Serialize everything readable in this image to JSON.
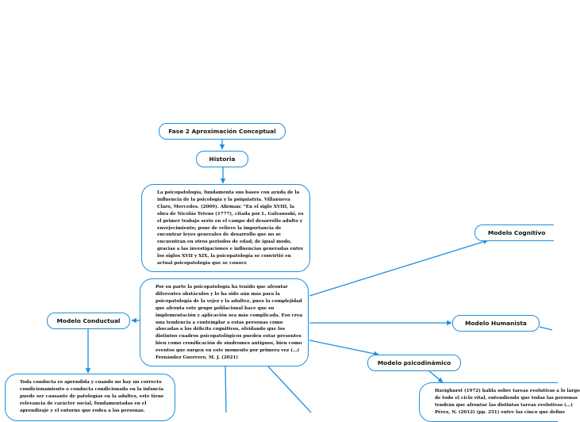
{
  "nodes": {
    "fase": "Fase 2 Aproximación Conceptual",
    "historia": "Historia",
    "cognitivo": "Modelo Cognitivo",
    "conductual": "Modelo Conductual",
    "humanista": "Modelo Humanista",
    "psicodinamico": "Modelo psicodinámico"
  },
  "text_blocks": {
    "historia_text": [
      "La psicopatología, fundamenta sus bases con ayuda de la",
      "influencia de la psicología y la psiquiatría. Villanueva",
      "Claro, Mercedes. (2009). Afirman: “En el siglo XVIII, la",
      "obra de Nicolás Tetens (1777), citada por L. Galvanoski, es",
      "el primer trabajo serio en el campo del desarrollo adulto y",
      "envejecimiento; pone de relieve la importancia de",
      "encontrar leyes generales de desarrollo que no se",
      "encuentran en otros periodos de edad; de igual modo,",
      "gracias a las investigaciones e influencias generadas entre",
      "los siglos XVII y XIX, la psicopatología se convirtió en",
      "actual psicopatología que se conoce"
    ],
    "main_text": [
      "Por su parte la psicopatología ha tenido que afrontar",
      "diferentes obstáculos y lo ha sido aún más para la",
      "psicopatología de la vejez y la adultez, pues la complejidad",
      "que afronta este grupo poblacional hace que su",
      "implementación y aplicación sea más complicada. Eso crea",
      "una tendencia a contemplar a estas personas como",
      "abocadas a los déficits cognitivos, olvidando que los",
      "distintos cuadros psicopatológicos pueden estar presentes",
      "bien como cronificación de síndromes antiguos, bien como",
      "eventos que surgen en este momento por primera vez (…)",
      "Fernández Guerrero, M. J. (2021)"
    ],
    "conductual_text": [
      "Toda conducta es aprendida y cuando no hay un correcto",
      "condicionamiento o conducta condicionada en la infancia",
      "puede ser causante de patologías en la adultez, este tiene",
      "relevancia de carácter social, fundamentadas en el",
      "aprendizaje y el entorno que rodea a las personas."
    ],
    "psicodinamico_text": [
      "Havighurst (1972) habla sobre tareas evolutivas a lo largo",
      "de todo el ciclo vital, entendiendo que todas las personas",
      "tendrán que afrontar las distintas tareas evolutivas (…)",
      "Pérez, N. (2012) (pp. 251) entre las cinco que define"
    ]
  },
  "colors": {
    "accent": "#1e8fe0",
    "text": "#111111",
    "background": "#ffffff"
  }
}
